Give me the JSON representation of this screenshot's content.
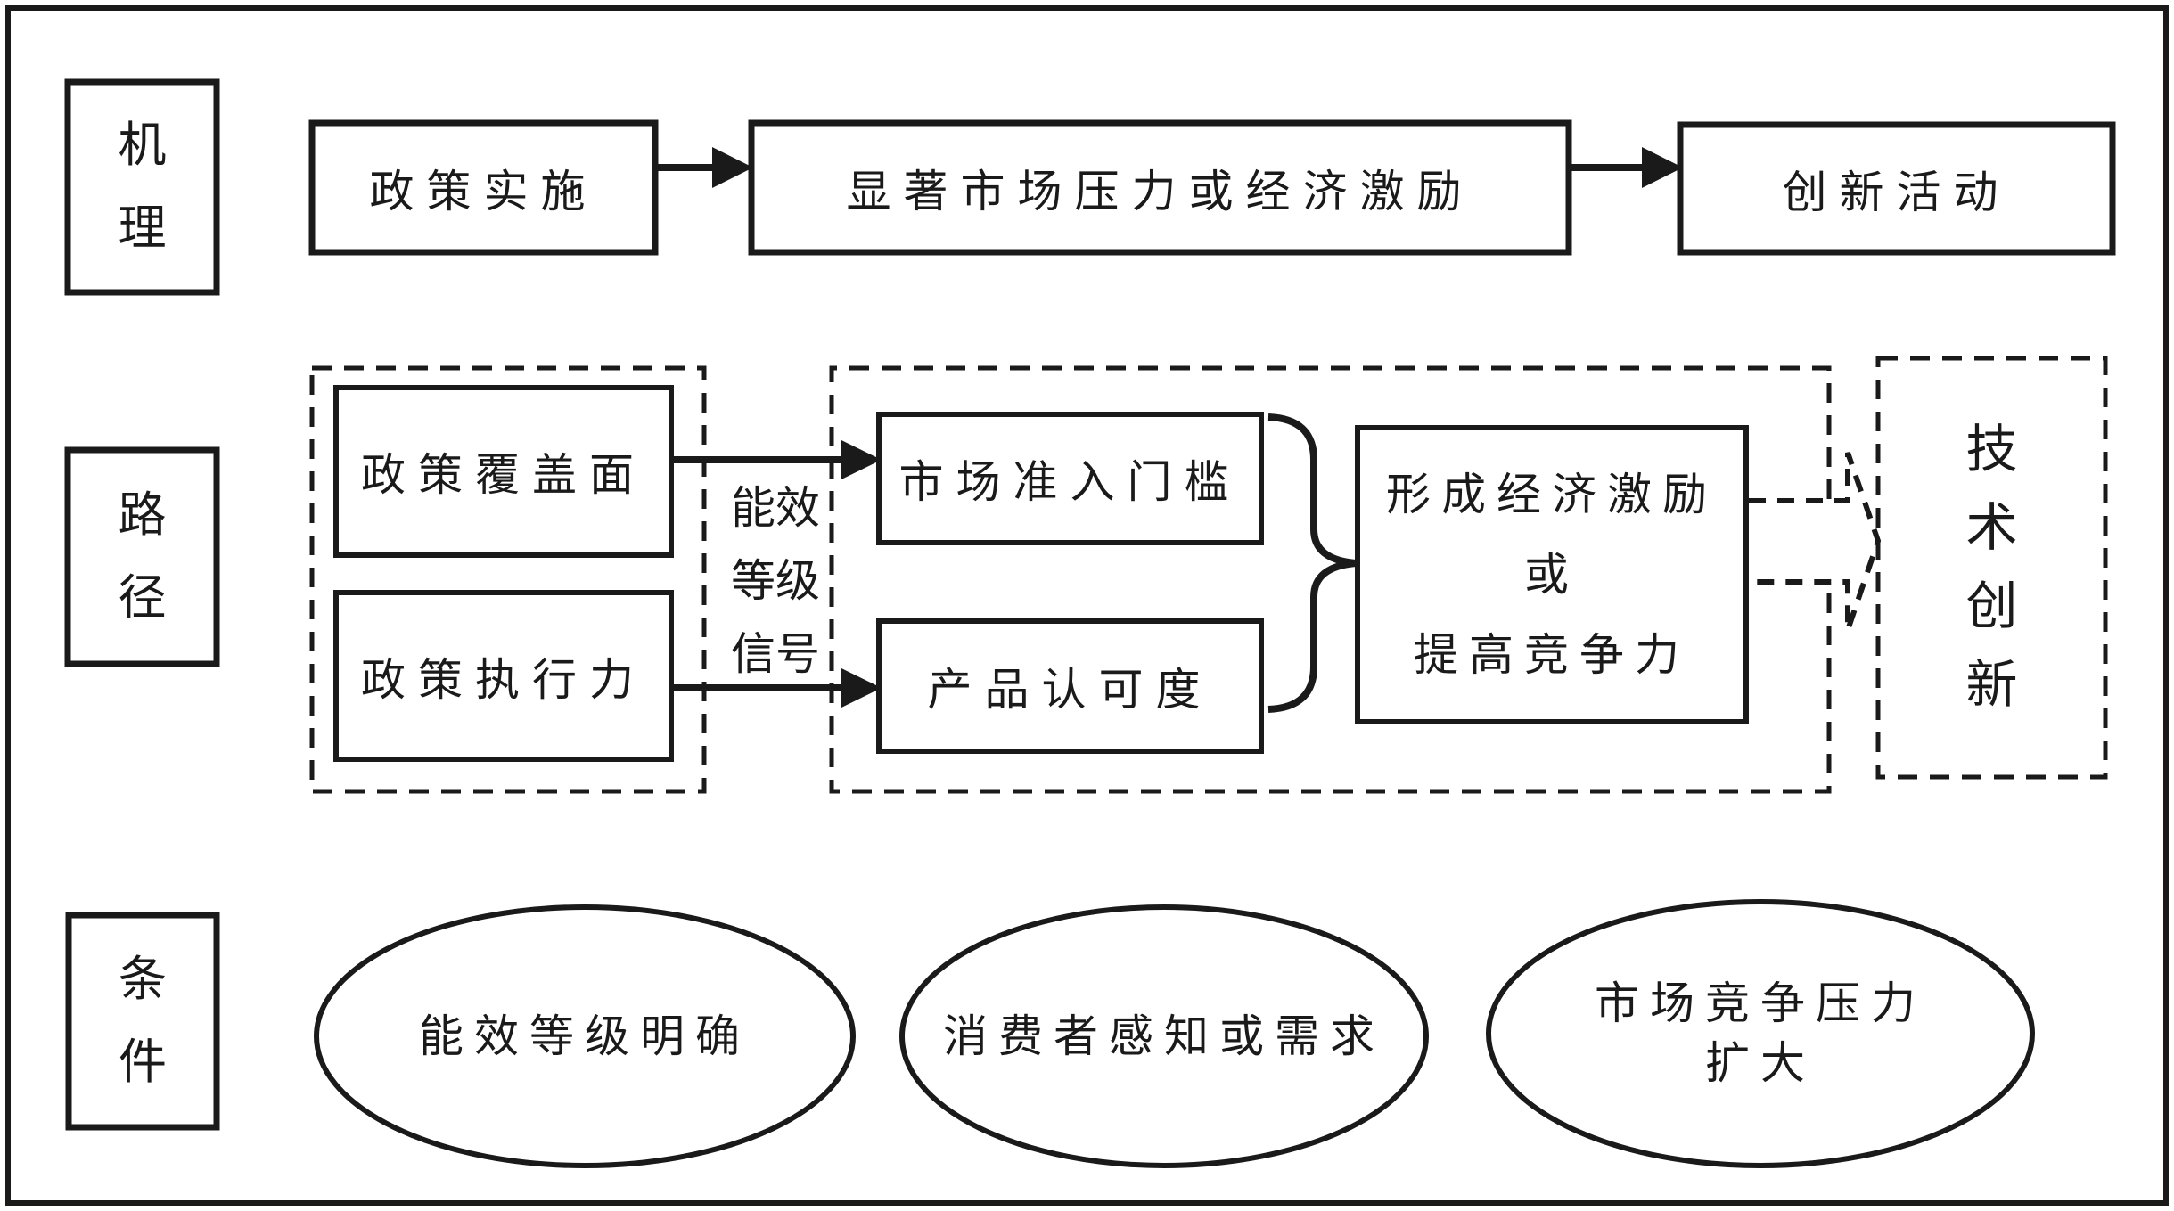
{
  "colors": {
    "ink": "#1a1a1a",
    "background": "#ffffff"
  },
  "row_labels": {
    "mechanism": "机理",
    "path": "路径",
    "condition": "条件"
  },
  "mechanism_row": {
    "policy_implementation": "政策实施",
    "market_pressure_or_incentive": "显著市场压力或经济激励",
    "innovation_activity": "创新活动"
  },
  "path_row": {
    "policy_coverage": "政策覆盖面",
    "policy_enforcement": "政策执行力",
    "efficiency_signal": "能效等级信号",
    "market_entry_threshold": "市场准入门槛",
    "product_recognition": "产品认可度",
    "economic_incentive": "形成经济激励\n或\n提高竞争力",
    "technology_innovation": "技术创新"
  },
  "condition_row": {
    "clear_efficiency_rating": "能效等级明确",
    "consumer_perception_demand": "消费者感知或需求",
    "market_competition_expansion": "市场竞争压力\n扩大"
  }
}
